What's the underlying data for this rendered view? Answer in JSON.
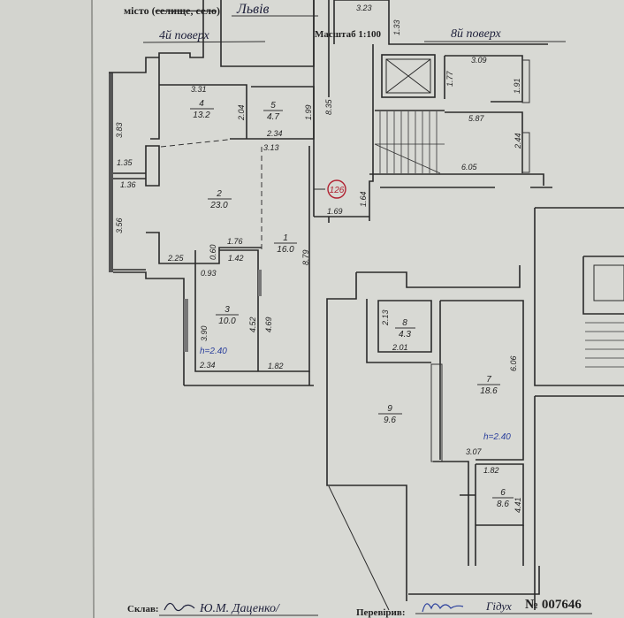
{
  "header": {
    "city_label_prefix": "місто (",
    "city_label_struck": "селище, село",
    "city_label_suffix": ")",
    "city_value": "Львів",
    "floor_left": "4й поверх",
    "scale": "Масштаб 1:100",
    "floor_right": "8й поверх"
  },
  "rooms": [
    {
      "num": "4",
      "area": "13.2"
    },
    {
      "num": "5",
      "area": "4.7"
    },
    {
      "num": "2",
      "area": "23.0"
    },
    {
      "num": "1",
      "area": "16.0"
    },
    {
      "num": "3",
      "area": "10.0"
    },
    {
      "num": "8",
      "area": "4.3"
    },
    {
      "num": "7",
      "area": "18.6"
    },
    {
      "num": "9",
      "area": "9.6"
    },
    {
      "num": "6",
      "area": "8.6"
    }
  ],
  "dims": [
    "3.31",
    "2.04",
    "2.34",
    "1.99",
    "3.83",
    "3.13",
    "1.35",
    "1.36",
    "3.56",
    "2.25",
    "0.60",
    "1.76",
    "1.42",
    "0.93",
    "3.90",
    "4.52",
    "4.69",
    "8.79",
    "2.34",
    "1.82",
    "8.35",
    "1.69",
    "1.64",
    "3.23",
    "1.33",
    "3.09",
    "1.77",
    "1.91",
    "5.87",
    "2.44",
    "6.05",
    "2.13",
    "2.01",
    "6.06",
    "3.07",
    "1.82",
    "4.41"
  ],
  "heights": [
    "h=2.40",
    "h=2.40"
  ],
  "apartment_number": "126",
  "footer": {
    "compiled_label": "Склав:",
    "compiled_by": "Ю.М. Даценко/",
    "checked_label": "Перевірив:",
    "checked_by": "Гідух",
    "doc_number": "№ 007646"
  },
  "colors": {
    "paper": "#d8d9d4",
    "ink": "#2a2a2a",
    "red_marker": "#b02030",
    "blue_ink": "#2a3f9c"
  }
}
